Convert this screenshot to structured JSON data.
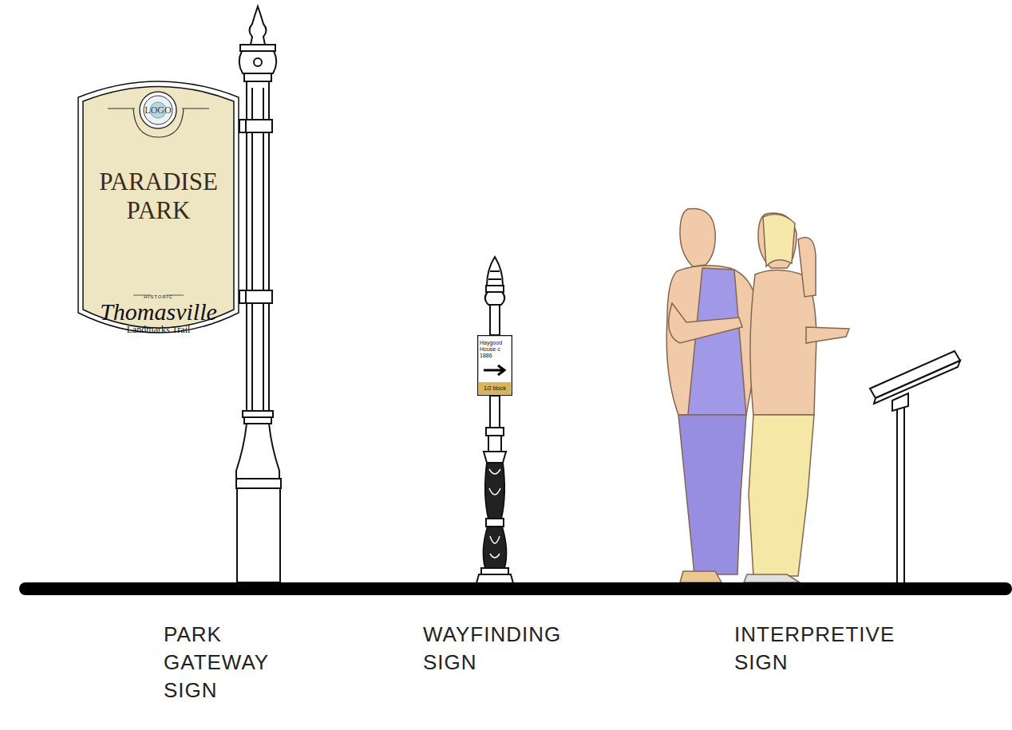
{
  "diagram": {
    "nodes": [
      {
        "text": [
          "PARADISE PARK",
          "HISTORIC",
          "Thomasville",
          "Landmarks Trail"
        ]
      },
      {
        "text": [
          "LOGO"
        ],
        "in": 0
      },
      {
        "text": [
          "Haygood House c 1886",
          "1/2 block"
        ]
      }
    ],
    "labels": [
      "PARK GATEWAY SIGN",
      "WAYFINDING SIGN",
      "INTERPRETIVE SIGN"
    ]
  }
}
